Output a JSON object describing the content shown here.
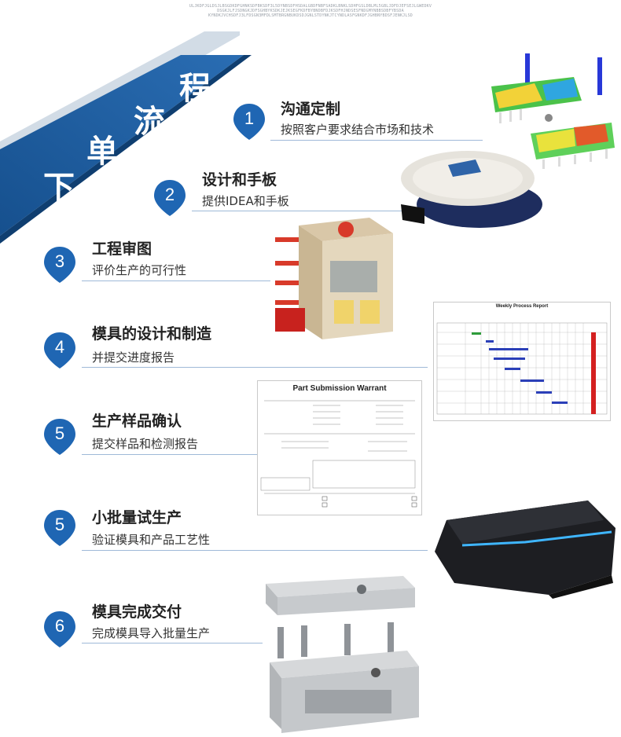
{
  "header": {
    "decor_lines": [
      "ULJKDFJGLDSJLBSGDKDFGHNKSDFBKSDF3L5DYNBSDFHSDALGBDFNBFSADKLBNKLSDHFGSLDBLML5GBLJDFDJEFSEJLGWEDKV",
      "DSGKJLFJSDNGKJDFSGHBYKSDKJEJKSEGFKDFBYBNDBFDJKSDFHJNDSESFNDGMYNBBSDBFYBSDA",
      "KYNDKJVCHSDFJ3LFDSGN3MFDLSMTBRGNBUKDSDJGNLSTDYNKJTCYNDLASFGNKDFJGHBNYBDSFJENKJLSD"
    ],
    "title_chars": [
      "下",
      "单",
      "流",
      "程"
    ],
    "banner_color": "#1f5fa3",
    "accent_color": "#1d6dbf"
  },
  "steps": [
    {
      "number": "1",
      "title": "沟通定制",
      "desc": "按照客户要求结合市场和技术"
    },
    {
      "number": "2",
      "title": "设计和手板",
      "desc": "提供IDEA和手板"
    },
    {
      "number": "3",
      "title": "工程审图",
      "desc": "评价生产的可行性"
    },
    {
      "number": "4",
      "title": "模具的设计和制造",
      "desc": "并提交进度报告"
    },
    {
      "number": "5",
      "title": "生产样品确认",
      "desc": "提交样品和检测报告"
    },
    {
      "number": "5",
      "title": "小批量试生产",
      "desc": "验证模具和产品工艺性"
    },
    {
      "number": "6",
      "title": "模具完成交付",
      "desc": "完成模具导入批量生产"
    }
  ],
  "documents": {
    "warrant_title": "Part Submission Warrant",
    "report_title": "Weekly Process Report"
  },
  "icons": {
    "badge": "map-pin-icon"
  }
}
